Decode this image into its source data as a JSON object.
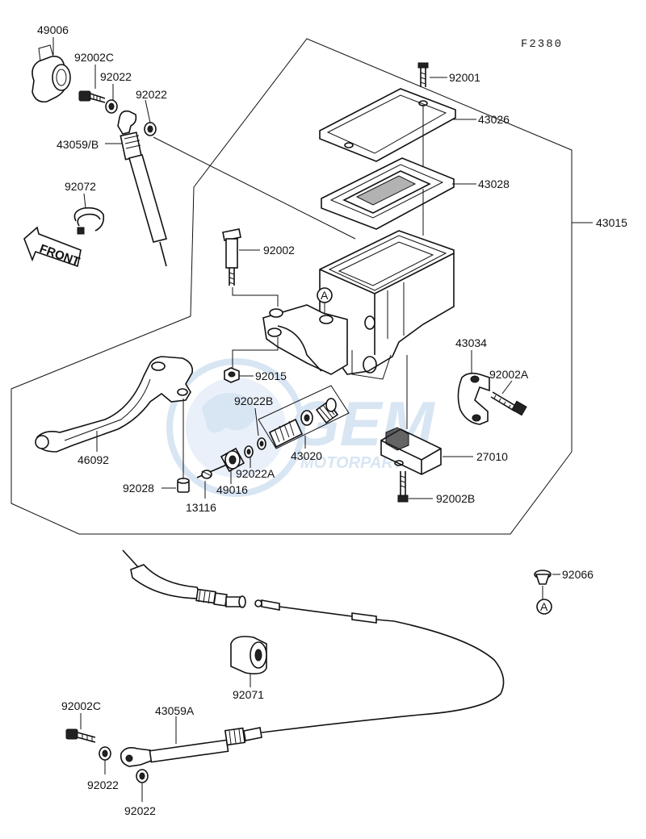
{
  "figure_code": "F2380",
  "watermark": {
    "brand": "GEM",
    "sub": "MOTORPARTS",
    "color": "#a9c6e6"
  },
  "front_label": "FRONT",
  "reference_marker": "A",
  "parts": {
    "p49006": "49006",
    "p92002C_top": "92002C",
    "p92022_top1": "92022",
    "p92022_top2": "92022",
    "p43059B": "43059/B",
    "p92072": "92072",
    "p92001": "92001",
    "p43026": "43026",
    "p43028": "43028",
    "p43015": "43015",
    "p92002": "92002",
    "p43034": "43034",
    "p92002A": "92002A",
    "p92015": "92015",
    "p92022B": "92022B",
    "p43020": "43020",
    "p27010": "27010",
    "p46092": "46092",
    "p92022A": "92022A",
    "p49016": "49016",
    "p92028": "92028",
    "p13116": "13116",
    "p92002B": "92002B",
    "p92066": "92066",
    "p92071": "92071",
    "p92002C_bot": "92002C",
    "p43059A": "43059A",
    "p92022_bot1": "92022",
    "p92022_bot2": "92022"
  }
}
